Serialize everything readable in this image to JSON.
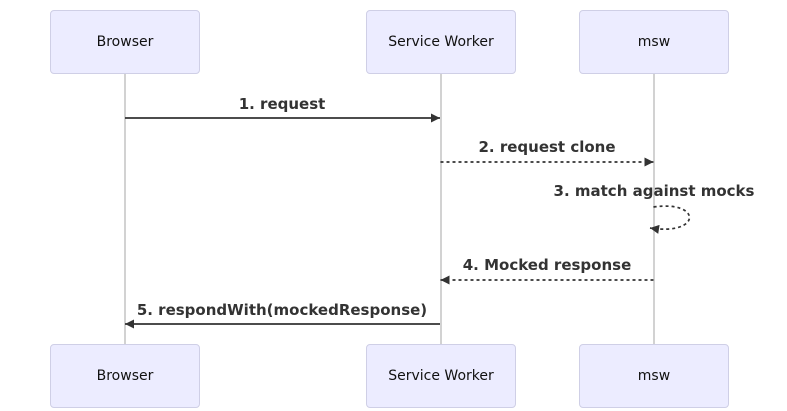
{
  "diagram": {
    "type": "sequence",
    "actors": [
      {
        "id": "browser",
        "label": "Browser"
      },
      {
        "id": "service-worker",
        "label": "Service Worker"
      },
      {
        "id": "msw",
        "label": "msw"
      }
    ],
    "messages": [
      {
        "seq": 1,
        "from": "Browser",
        "to": "Service Worker",
        "label": "1. request",
        "line": "solid"
      },
      {
        "seq": 2,
        "from": "Service Worker",
        "to": "msw",
        "label": "2. request clone",
        "line": "dotted"
      },
      {
        "seq": 3,
        "from": "msw",
        "to": "msw",
        "label": "3. match against mocks",
        "line": "dotted-self-loop"
      },
      {
        "seq": 4,
        "from": "msw",
        "to": "Service Worker",
        "label": "4. Mocked response",
        "line": "dotted"
      },
      {
        "seq": 5,
        "from": "Service Worker",
        "to": "Browser",
        "label": "5. respondWith(mockedResponse)",
        "line": "solid"
      }
    ],
    "colors": {
      "actor_fill": "#ececff",
      "actor_border": "#cfcfe6",
      "arrow": "#333333",
      "message_text": "#333333",
      "lifeline": "#d2d2d2",
      "background": "#ffffff"
    }
  }
}
